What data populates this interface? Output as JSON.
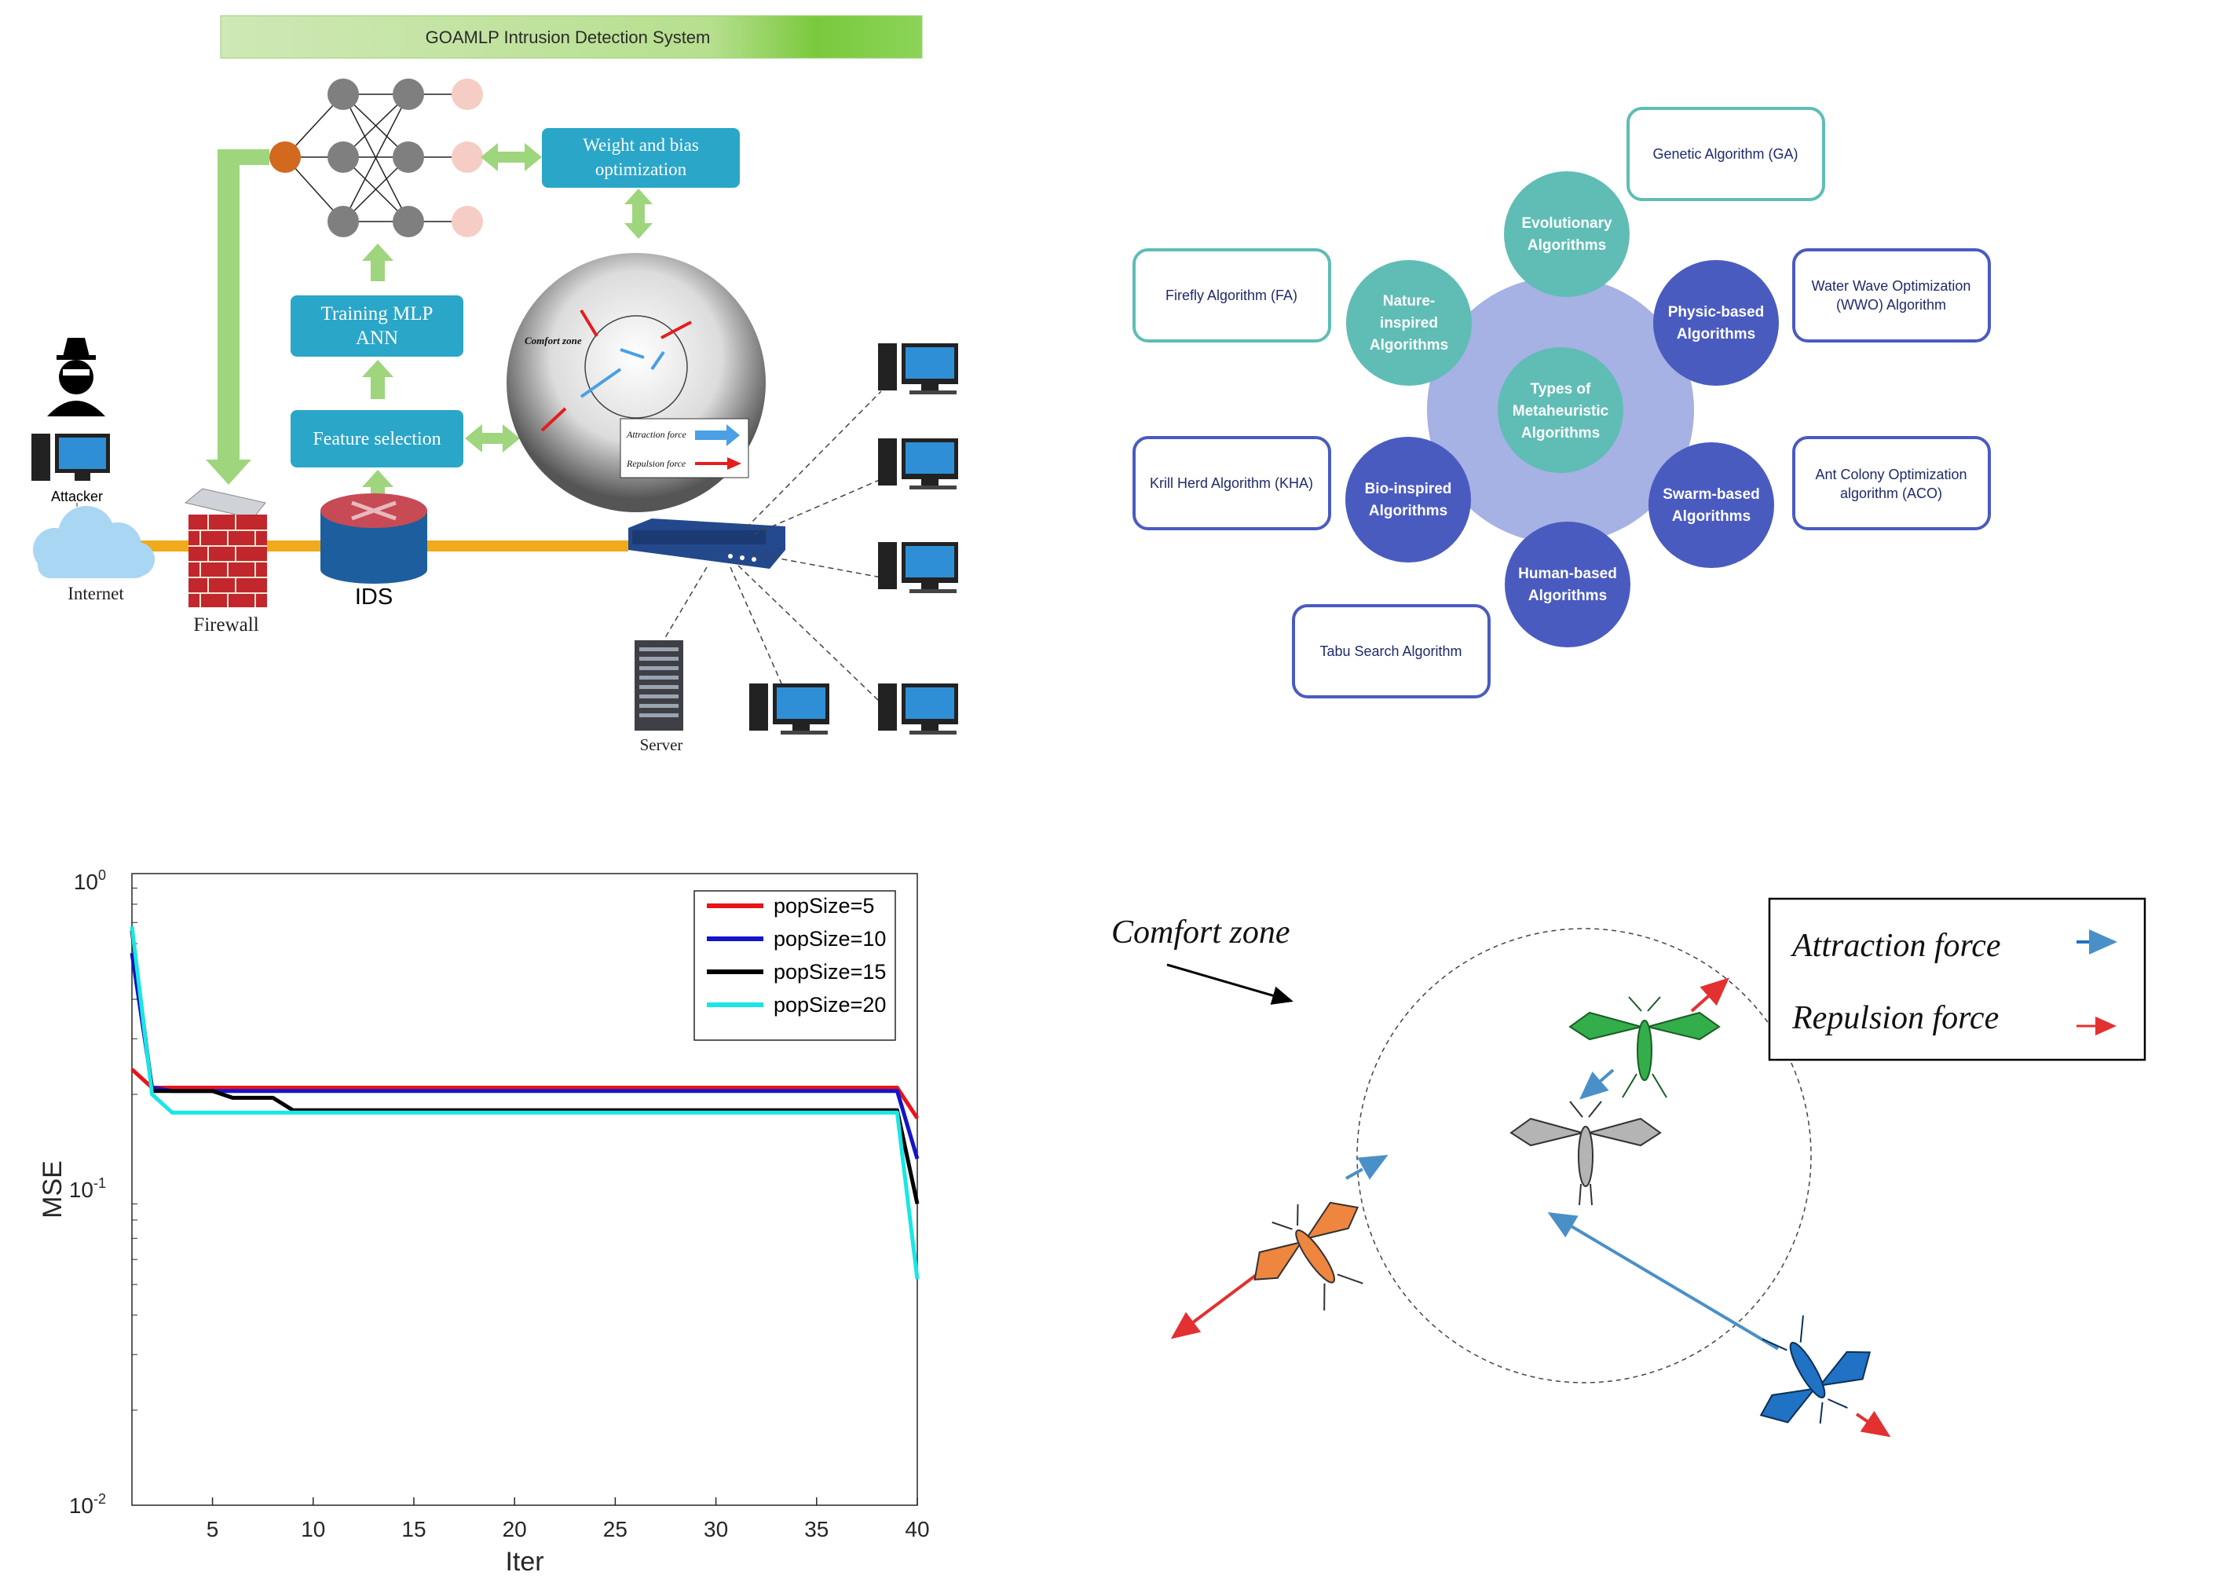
{
  "ids_diagram": {
    "banner": "GOAMLP Intrusion Detection System",
    "boxes": {
      "weight_bias": [
        "Weight and bias",
        "optimization"
      ],
      "training": [
        "Training MLP",
        "ANN"
      ],
      "feature": "Feature selection"
    },
    "mini_comfort_zone": "Comfort zone",
    "mini_attraction": "Attraction force",
    "mini_repulsion": "Repulsion force",
    "attacker": "Attacker",
    "internet": "Internet",
    "firewall": "Firewall",
    "ids": "IDS",
    "server": "Server",
    "colors": {
      "banner": "#8cd45a",
      "box": "#2aa6c9",
      "link": "#f0aa1c",
      "arrow": "#9fd57d"
    }
  },
  "metaheuristic_diagram": {
    "center": [
      "Types of",
      "Metaheuristic",
      "Algorithms"
    ],
    "categories": [
      {
        "lines": [
          "Evolutionary",
          "Algorithms"
        ],
        "color": "#5fbdb5"
      },
      {
        "lines": [
          "Physic-based",
          "Algorithms"
        ],
        "color": "#4a5bc0"
      },
      {
        "lines": [
          "Swarm-based",
          "Algorithms"
        ],
        "color": "#4a5bc0"
      },
      {
        "lines": [
          "Human-based",
          "Algorithms"
        ],
        "color": "#4a5bc0"
      },
      {
        "lines": [
          "Bio-inspired",
          "Algorithms"
        ],
        "color": "#4a5bc0"
      },
      {
        "lines": [
          "Nature-",
          "inspired",
          "Algorithms"
        ],
        "color": "#5fbdb5"
      }
    ],
    "examples": [
      {
        "lines": [
          "Genetic Algorithm (GA)"
        ],
        "border": "#5fbdb5"
      },
      {
        "lines": [
          "Water Wave Optimization",
          "(WWO) Algorithm"
        ],
        "border": "#4a5bc0"
      },
      {
        "lines": [
          "Ant Colony Optimization",
          "algorithm (ACO)"
        ],
        "border": "#4a5bc0"
      },
      {
        "lines": [
          "Tabu Search Algorithm"
        ],
        "border": "#4a5bc0"
      },
      {
        "lines": [
          "Krill Herd Algorithm (KHA)"
        ],
        "border": "#4a5bc0"
      },
      {
        "lines": [
          "Firefly Algorithm (FA)"
        ],
        "border": "#5fbdb5"
      }
    ],
    "colors": {
      "ring": "#a6b1e4",
      "text_dark": "#1f2a6b"
    }
  },
  "chart_data": {
    "type": "line",
    "xlabel": "Iter",
    "ylabel": "MSE",
    "x_ticks": [
      5,
      10,
      15,
      20,
      25,
      30,
      35,
      40
    ],
    "xlim": [
      1,
      40
    ],
    "ylim": [
      0.01,
      1
    ],
    "yscale": "log",
    "y_tick_labels": [
      "10^-2",
      "10^-1",
      "10^0"
    ],
    "legend_position": "top-right",
    "series": [
      {
        "name": "popSize=5",
        "color": "#e8141b",
        "x": [
          1,
          2,
          3,
          15,
          39,
          40
        ],
        "y": [
          0.24,
          0.21,
          0.21,
          0.21,
          0.21,
          0.168
        ]
      },
      {
        "name": "popSize=10",
        "color": "#1414c8",
        "x": [
          1,
          2,
          3,
          39,
          40
        ],
        "y": [
          0.56,
          0.21,
          0.205,
          0.205,
          0.125
        ]
      },
      {
        "name": "popSize=15",
        "color": "#000000",
        "x": [
          1,
          2,
          3,
          5,
          6,
          8,
          9,
          39,
          40
        ],
        "y": [
          0.66,
          0.205,
          0.205,
          0.205,
          0.195,
          0.195,
          0.178,
          0.178,
          0.09
        ]
      },
      {
        "name": "popSize=20",
        "color": "#19e6e6",
        "x": [
          1,
          2,
          3,
          39,
          40
        ],
        "y": [
          0.68,
          0.2,
          0.175,
          0.175,
          0.052
        ]
      }
    ]
  },
  "comfort_diagram": {
    "comfort_zone": "Comfort zone",
    "attraction": "Attraction force",
    "repulsion": "Repulsion force",
    "colors": {
      "attraction": "#4a90c8",
      "repulsion": "#e33030",
      "green": "#34ae4a",
      "gray": "#b4b4b4",
      "orange": "#ee8640",
      "blue": "#1f72c4"
    }
  }
}
